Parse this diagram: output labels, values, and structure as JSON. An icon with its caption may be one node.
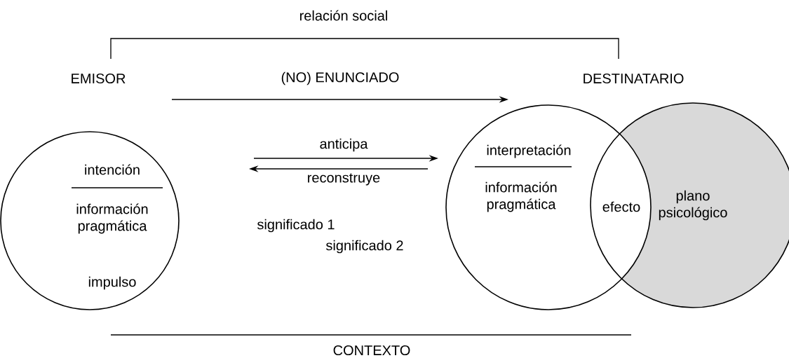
{
  "diagram": {
    "nodes": [
      {
        "text": [
          "EMISOR",
          "intención",
          "información pragmática",
          "impulso"
        ]
      },
      {
        "text": [
          "DESTINATARIO",
          "interpretación",
          "información pragmática"
        ]
      },
      {
        "text": [
          "plano psicológico"
        ]
      }
    ],
    "edges": [
      {
        "from": 0,
        "to": 1,
        "arrow": "to",
        "label": "(NO) ENUNCIADO"
      },
      {
        "from": 0,
        "to": 1,
        "arrow": "none",
        "label": "relación social"
      }
    ],
    "labels": [
      "anticipa",
      "reconstruye",
      "efecto",
      "significado 1",
      "significado 2",
      "CONTEXTO"
    ]
  }
}
